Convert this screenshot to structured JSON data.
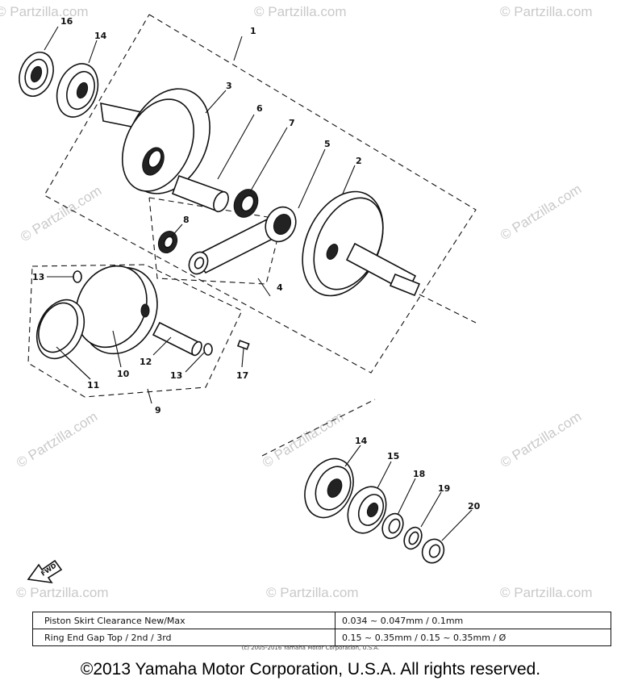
{
  "watermarks": [
    "© Partzilla.com",
    "© Partzilla.com",
    "© Partzilla.com",
    "© Partzilla.com",
    "© Partzilla.com",
    "© Partzilla.com",
    "© Partzilla.com",
    "© Partzilla.com",
    "© Partzilla.com",
    "© Partzilla.com",
    "© Partzilla.com"
  ],
  "callouts": {
    "c1": "1",
    "c2": "2",
    "c3": "3",
    "c4": "4",
    "c5": "5",
    "c6": "6",
    "c7": "7",
    "c8": "8",
    "c9": "9",
    "c10": "10",
    "c11": "11",
    "c12": "12",
    "c13a": "13",
    "c13b": "13",
    "c14a": "14",
    "c14b": "14",
    "c15": "15",
    "c16": "16",
    "c17": "17",
    "c18": "18",
    "c19": "19",
    "c20": "20"
  },
  "fwd_label": "FWD",
  "spec_table": [
    {
      "label": "Piston Skirt Clearance New/Max",
      "value": "0.034 ~ 0.047mm / 0.1mm"
    },
    {
      "label": "Ring End Gap Top / 2nd / 3rd",
      "value": "0.15 ~ 0.35mm / 0.15 ~ 0.35mm / Ø"
    }
  ],
  "small_copyright": "(c) 2005-2016 Yamaha Motor Corporation, U.S.A.",
  "copyright": "©2013 Yamaha Motor Corporation, U.S.A. All rights reserved."
}
